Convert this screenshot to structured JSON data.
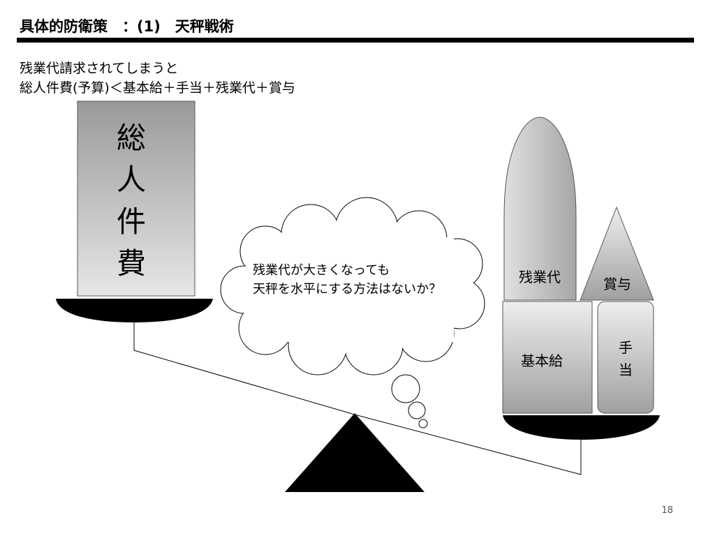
{
  "header": {
    "title": "具体的防衛策　：(1)　天秤戦術"
  },
  "subtitle": {
    "line1": "残業代請求されてしまうと",
    "line2": "総人件費(予算)＜基本給＋手当＋残業代＋賞与"
  },
  "left_block": {
    "chars": [
      "総",
      "人",
      "件",
      "費"
    ]
  },
  "thought_bubble": {
    "line1": "残業代が大きくなっても",
    "line2": "天秤を水平にする方法はないか？"
  },
  "right_blocks": {
    "overtime": "残業代",
    "bonus": "賞与",
    "base_salary": "基本給",
    "allowance_chars": [
      "手",
      "当"
    ]
  },
  "colors": {
    "bar": "#000000",
    "block_light": "#e6e6e6",
    "block_dark": "#9a9a9a"
  },
  "page_number": "18"
}
